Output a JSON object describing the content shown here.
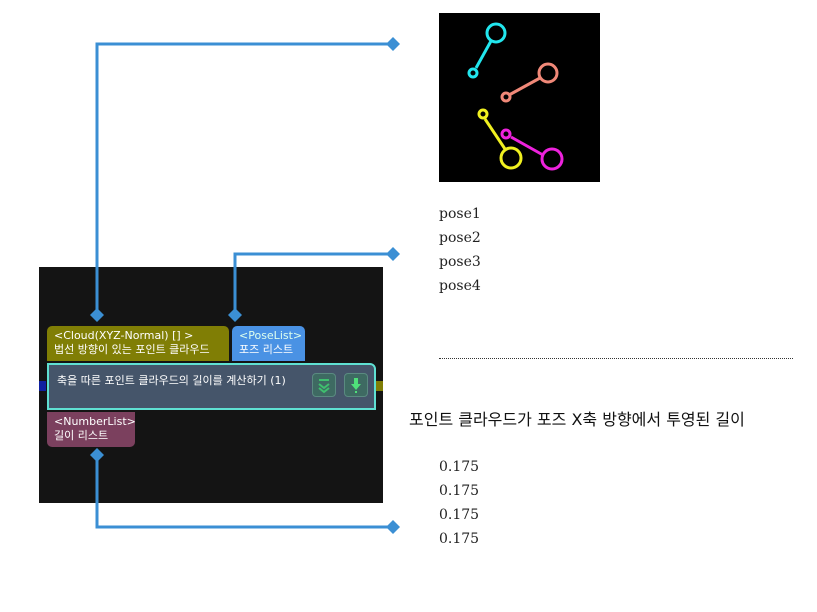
{
  "node": {
    "title": "축을 따른 포인트 클라우드의 길이를 계산하기 (1)",
    "inputs": [
      {
        "type": "<Cloud(XYZ-Normal) [] >",
        "label": "법선 방향이 있는 포인트 클라우드"
      },
      {
        "type": "<PoseList>",
        "label": "포즈 리스트"
      }
    ],
    "outputs": [
      {
        "type": "<NumberList>",
        "label": "길이 리스트"
      }
    ],
    "buttons": [
      "expand-icon",
      "run-icon"
    ]
  },
  "poses": [
    "pose1",
    "pose2",
    "pose3",
    "pose4"
  ],
  "caption": "포인트 클라우드가 포즈 X축 방향에서 투영된 길이",
  "values": [
    "0.175",
    "0.175",
    "0.175",
    "0.175"
  ],
  "colors": {
    "line": "#3b8fd4",
    "cloud_port": "#807e05",
    "pose_port": "#4a92e4",
    "number_port": "#7b405e",
    "node_border": "#5fe0d2"
  }
}
